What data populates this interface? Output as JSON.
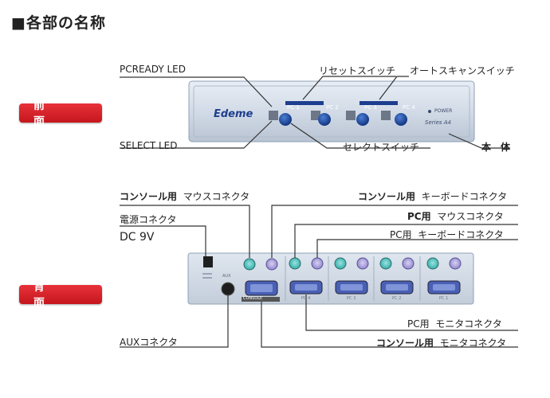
{
  "heading": "■各部の名称",
  "sections": {
    "front": "前　面",
    "back": "背　面"
  },
  "front": {
    "brand": "Edeme",
    "pc1": "PC 1",
    "pc2": "PC 2",
    "pc3": "PC 3",
    "pc4": "PC 4",
    "power": "POWER",
    "model": "Series A4",
    "labels": {
      "pc_ready_led": "PCREADY LED",
      "reset_switch": "リセットスイッチ",
      "auto_scan_switch": "オートスキャンスイッチ",
      "select_led": "SELECT LED",
      "select_switch": "セレクトスイッチ",
      "body": "本　体"
    }
  },
  "back": {
    "labels": {
      "console_mouse_bold": "コンソール用",
      "console_mouse_text": "マウスコネクタ",
      "console_keyboard_bold": "コンソール用",
      "console_keyboard_text": "キーボードコネクタ",
      "power_connector": "電源コネクタ",
      "dc_voltage": "DC 9V",
      "pc_mouse_bold": "PC用",
      "pc_mouse_text": "マウスコネクタ",
      "pc_keyboard_prefix": "PC用",
      "pc_keyboard_text": "キーボードコネクタ",
      "pc_monitor_prefix": "PC用",
      "pc_monitor_text": "モニタコネクタ",
      "aux_connector": "AUXコネクタ",
      "console_monitor_bold": "コンソール用",
      "console_monitor_text": "モニタコネクタ"
    },
    "ports": {
      "console": "CONSOLE",
      "pc4": "PC 4",
      "pc3": "PC 3",
      "pc2": "PC 2",
      "pc1": "PC 1",
      "aux": "AUX"
    }
  }
}
